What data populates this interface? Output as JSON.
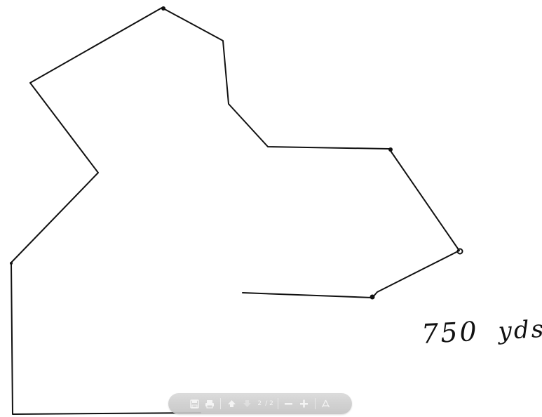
{
  "annotation": {
    "value": "750",
    "unit": "yds"
  },
  "toolbar": {
    "current_page": "2",
    "page_total": "/ 2",
    "icons": [
      "save-icon",
      "print-icon",
      "page-up-icon",
      "page-down-icon",
      "zoom-out-icon",
      "zoom-in-icon",
      "acrobat-icon"
    ]
  },
  "colors": {
    "ink": "#111111",
    "toolbar_bg": "#cfcfcf",
    "toolbar_icon": "#f4f4f4"
  }
}
